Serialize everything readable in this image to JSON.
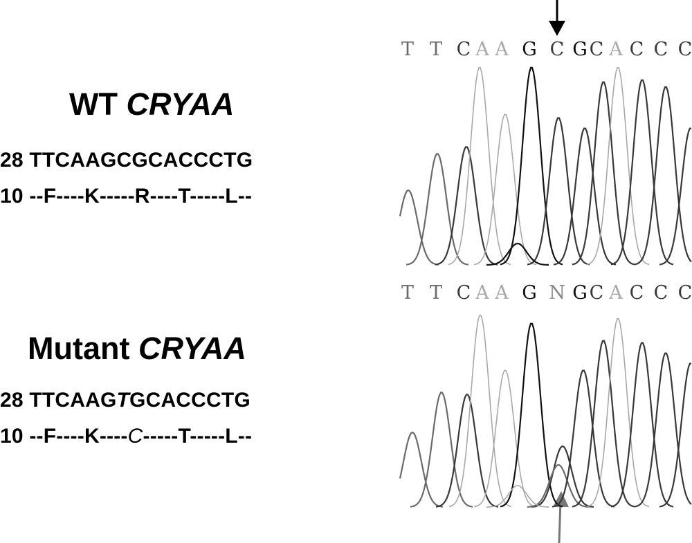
{
  "wt": {
    "title_prefix": "WT",
    "title_gene": "CRYAA",
    "dna_number": "28",
    "dna_seq": "TTCAAGCGCACCCTG",
    "protein_number": "10",
    "protein_seq": "--F----K-----R----T-----L--"
  },
  "mutant": {
    "title_prefix": "Mutant",
    "title_gene": "CRYAA",
    "dna_number": "28",
    "dna_seq_before": "TTCAAG",
    "dna_mutation": "T",
    "dna_seq_after": "GCACCCTG",
    "protein_number": "10",
    "protein_seq_before": "--F----K----",
    "protein_mutation": "C",
    "protein_seq_after": "-----T-----L--"
  },
  "chromatograms": {
    "wt_bases": [
      "T",
      "T",
      "C",
      "A",
      "A",
      "G",
      "C",
      "G",
      "C",
      "A",
      "C",
      "C",
      "C"
    ],
    "mutant_bases": [
      "T",
      "T",
      "C",
      "A",
      "A",
      "G",
      "N",
      "G",
      "C",
      "A",
      "C",
      "C",
      "C"
    ]
  },
  "colors": {
    "T": "#6a6a6a",
    "C": "#383838",
    "A": "#a8a8a8",
    "G": "#111111",
    "N": "#888888",
    "mutant_arrow": "#777777"
  }
}
